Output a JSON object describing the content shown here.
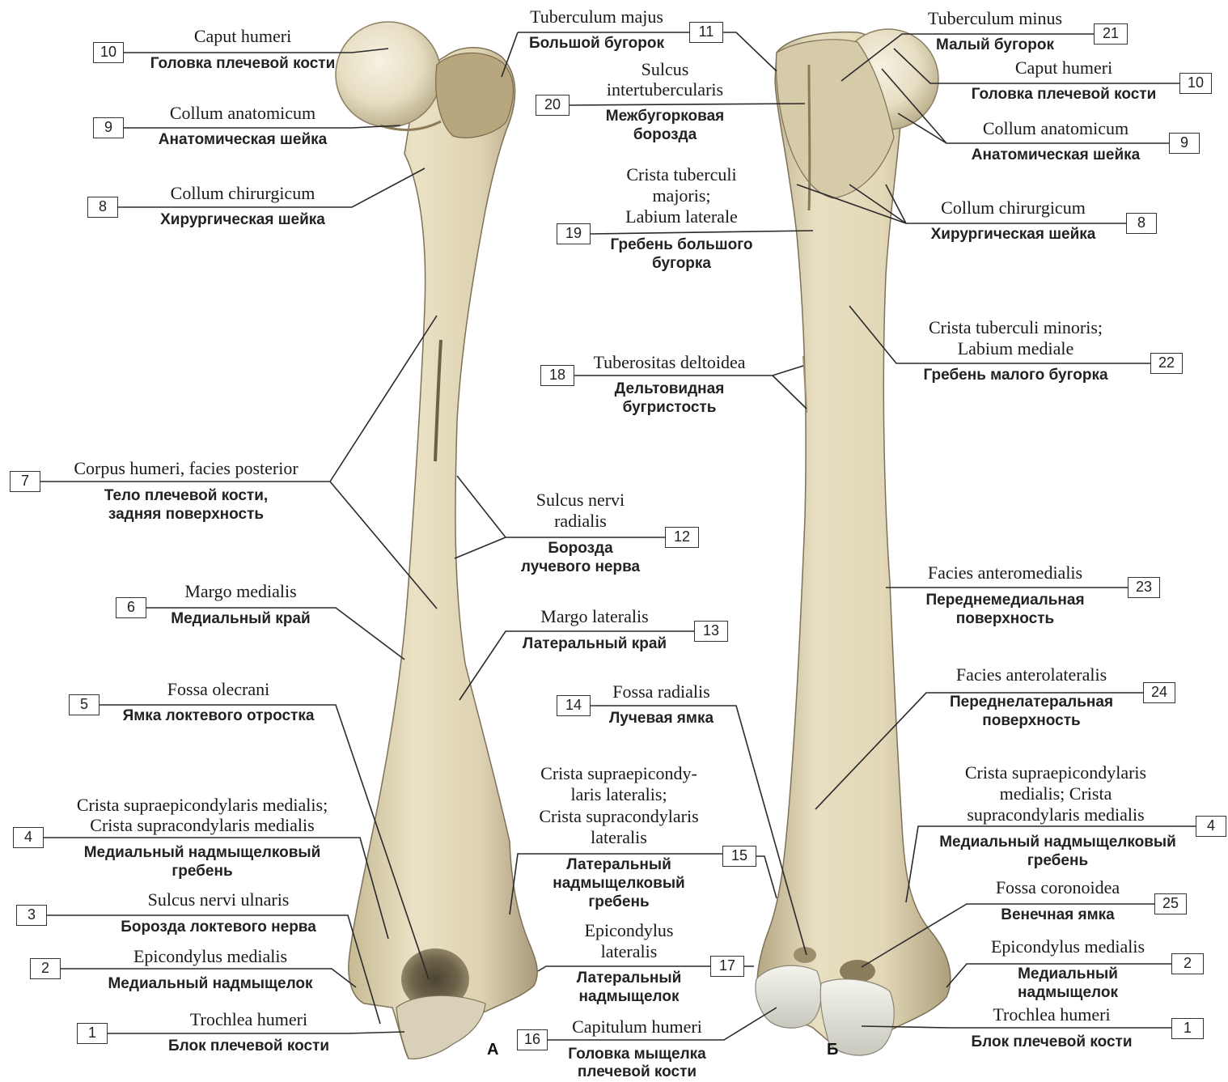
{
  "views": {
    "posterior": "А",
    "anterior": "Б"
  },
  "labels": {
    "l10": {
      "num": "10",
      "lat": "Caput humeri",
      "rus": "Головка плечевой кости"
    },
    "l9": {
      "num": "9",
      "lat": "Collum anatomicum",
      "rus": "Анатомическая шейка"
    },
    "l8": {
      "num": "8",
      "lat": "Collum chirurgicum",
      "rus": "Хирургическая шейка"
    },
    "l7": {
      "num": "7",
      "lat": "Corpus humeri, facies posterior",
      "rus": [
        "Тело плечевой кости,",
        "задняя поверхность"
      ]
    },
    "l6": {
      "num": "6",
      "lat": "Margo medialis",
      "rus": "Медиальный край"
    },
    "l5": {
      "num": "5",
      "lat": "Fossa olecrani",
      "rus": "Ямка локтевого отростка"
    },
    "l4": {
      "num": "4",
      "lat": [
        "Crista supraepicondylaris medialis;",
        "Crista supracondylaris medialis"
      ],
      "rus": [
        "Медиальный надмыщелковый",
        "гребень"
      ]
    },
    "l3": {
      "num": "3",
      "lat": "Sulcus nervi ulnaris",
      "rus": "Борозда локтевого нерва"
    },
    "l2": {
      "num": "2",
      "lat": "Epicondylus medialis",
      "rus": "Медиальный надмыщелок"
    },
    "l1": {
      "num": "1",
      "lat": "Trochlea humeri",
      "rus": "Блок плечевой кости"
    },
    "l11": {
      "num": "11",
      "lat": "Tuberculum majus",
      "rus": "Большой бугорок"
    },
    "l20": {
      "num": "20",
      "lat": [
        "Sulcus",
        "intertubercularis"
      ],
      "rus": [
        "Межбугорковая",
        "борозда"
      ]
    },
    "l19": {
      "num": "19",
      "lat": [
        "Crista tuberculi",
        "majoris;",
        "Labium laterale"
      ],
      "rus": [
        "Гребень большого",
        "бугорка"
      ]
    },
    "l18": {
      "num": "18",
      "lat": "Tuberositas deltoidea",
      "rus": [
        "Дельтовидная",
        "бугристость"
      ]
    },
    "l12": {
      "num": "12",
      "lat": [
        "Sulcus nervi",
        "radialis"
      ],
      "rus": [
        "Борозда",
        "лучевого нерва"
      ]
    },
    "l13": {
      "num": "13",
      "lat": "Margo lateralis",
      "rus": "Латеральный край"
    },
    "l14": {
      "num": "14",
      "lat": "Fossa radialis",
      "rus": "Лучевая ямка"
    },
    "l15": {
      "num": "15",
      "lat": [
        "Crista supraepicondy-",
        "laris lateralis;",
        "Crista supracondylaris",
        "lateralis"
      ],
      "rus": [
        "Латеральный",
        "надмыщелковый",
        "гребень"
      ]
    },
    "l17": {
      "num": "17",
      "lat": [
        "Epicondylus",
        "lateralis"
      ],
      "rus": [
        "Латеральный",
        "надмыщелок"
      ]
    },
    "l16": {
      "num": "16",
      "lat": "Capitulum humeri",
      "rus": [
        "Головка мыщелка",
        "плечевой кости"
      ]
    },
    "l21": {
      "num": "21",
      "lat": "Tuberculum minus",
      "rus": "Малый бугорок"
    },
    "r10": {
      "num": "10",
      "lat": "Caput humeri",
      "rus": "Головка плечевой кости"
    },
    "r9": {
      "num": "9",
      "lat": "Collum anatomicum",
      "rus": "Анатомическая шейка"
    },
    "r8": {
      "num": "8",
      "lat": "Collum chirurgicum",
      "rus": "Хирургическая шейка"
    },
    "r22": {
      "num": "22",
      "lat": [
        "Crista tuberculi minoris;",
        "Labium mediale"
      ],
      "rus": "Гребень малого бугорка"
    },
    "r23": {
      "num": "23",
      "lat": "Facies anteromedialis",
      "rus": [
        "Переднемедиальная",
        "поверхность"
      ]
    },
    "r24": {
      "num": "24",
      "lat": "Facies anterolateralis",
      "rus": [
        "Переднелатеральная",
        "поверхность"
      ]
    },
    "r4": {
      "num": "4",
      "lat": [
        "Crista supraepicondylaris",
        "medialis; Crista",
        "supracondylaris medialis"
      ],
      "rus": [
        "Медиальный надмыщелковый",
        "гребень"
      ]
    },
    "r25": {
      "num": "25",
      "lat": "Fossa coronoidea",
      "rus": "Венечная ямка"
    },
    "r2": {
      "num": "2",
      "lat": "Epicondylus medialis",
      "rus": [
        "Медиальный",
        "надмыщелок"
      ]
    },
    "r1": {
      "num": "1",
      "lat": "Trochlea humeri",
      "rus": "Блок плечевой кости"
    }
  }
}
